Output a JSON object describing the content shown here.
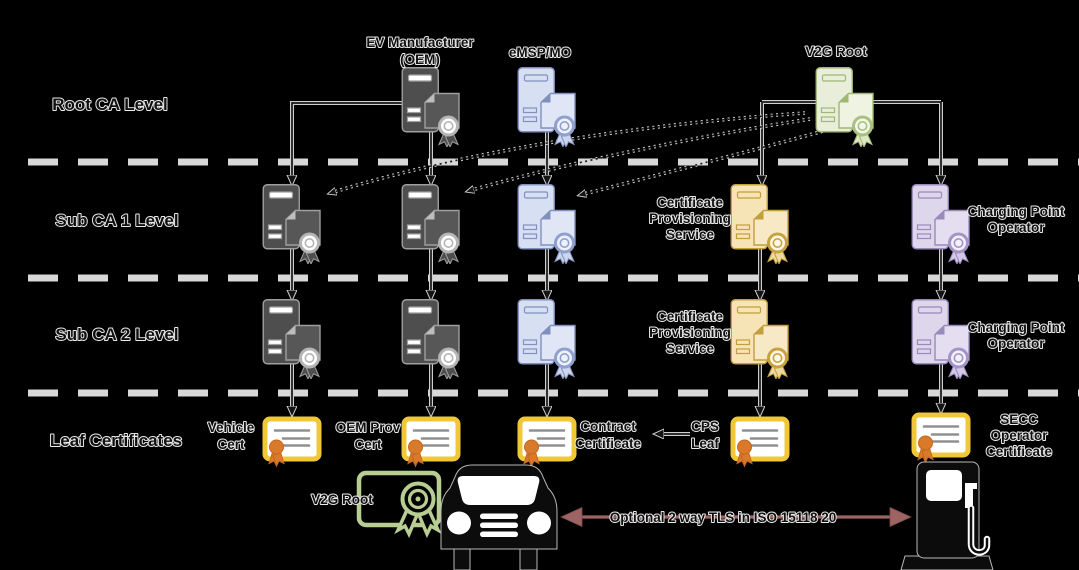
{
  "page": {
    "background": "#000000",
    "description": "ISO 15118 / V2G PKI certificate hierarchy diagram"
  },
  "levels": [
    {
      "label": "Root CA Level"
    },
    {
      "label": "Sub CA 1 Level"
    },
    {
      "label": "Sub CA 2 Level"
    },
    {
      "label": "Leaf Certificates"
    }
  ],
  "root_row": {
    "oem": {
      "lines": [
        "EV Manufacturer",
        "(OEM)"
      ],
      "icon": "server-with-certificate",
      "color_theme": "dark-gray"
    },
    "emsp": {
      "label": "eMSP/MO",
      "icon": "server-with-certificate",
      "color_theme": "blue"
    },
    "v2g": {
      "label": "V2G Root",
      "icon": "server-with-certificate",
      "color_theme": "green"
    }
  },
  "sub_ca1": {
    "oem1": {
      "icon": "server-with-certificate",
      "color_theme": "dark-gray"
    },
    "oem2": {
      "icon": "server-with-certificate",
      "color_theme": "dark-gray"
    },
    "emsp": {
      "icon": "server-with-certificate",
      "color_theme": "blue"
    },
    "cps": {
      "lines": [
        "Certificate",
        "Provisioning",
        "Service"
      ],
      "icon": "server-with-certificate",
      "color_theme": "tan"
    },
    "cpo": {
      "lines": [
        "Charging Point",
        "Operator"
      ],
      "icon": "server-with-certificate",
      "color_theme": "purple"
    }
  },
  "sub_ca2": {
    "oem1": {
      "icon": "server-with-certificate",
      "color_theme": "dark-gray"
    },
    "oem2": {
      "icon": "server-with-certificate",
      "color_theme": "dark-gray"
    },
    "emsp": {
      "icon": "server-with-certificate",
      "color_theme": "blue"
    },
    "cps": {
      "lines": [
        "Certificate",
        "Provisioning",
        "Service"
      ],
      "icon": "server-with-certificate",
      "color_theme": "tan"
    },
    "cpo": {
      "lines": [
        "Charging Point",
        "Operator"
      ],
      "icon": "server-with-certificate",
      "color_theme": "purple"
    }
  },
  "leaf_row": {
    "vehicle": {
      "lines": [
        "Vehicle",
        "Cert"
      ],
      "icon": "certificate"
    },
    "oem_prov": {
      "lines": [
        "OEM Prov",
        "Cert"
      ],
      "icon": "certificate"
    },
    "contract": {
      "lines": [
        "Contract",
        "Certificate"
      ],
      "icon": "certificate"
    },
    "cps_leaf": {
      "lines": [
        "CPS",
        "Leaf"
      ],
      "icon": "certificate"
    },
    "secc": {
      "lines": [
        "SECC",
        "Operator",
        "Certificate"
      ],
      "icon": "certificate"
    }
  },
  "bottom": {
    "v2g_root_label": "V2G Root",
    "v2g_root_icon": "outline-certificate",
    "car_icon": "car-front-silhouette",
    "charging_station_icon": "ev-charging-station-silhouette",
    "tls_label": "Optional 2 way TLS in ISO 15118 20"
  },
  "colors": {
    "background": "#000000",
    "dark_server": "#4e4e4e",
    "blue_server": "#d7dff3",
    "green_server": "#e8eeda",
    "tan_server": "#f6e4b7",
    "purple_server": "#ded6eb",
    "cert_frame": "#f0c837",
    "cert_ribbon": "#d9792a",
    "green_cert_outline": "#b7cd92",
    "separator": "#d8d8d8",
    "tls_arrow": "#9e6464",
    "line": "#161616",
    "line_halo": "#cfcfcf"
  }
}
